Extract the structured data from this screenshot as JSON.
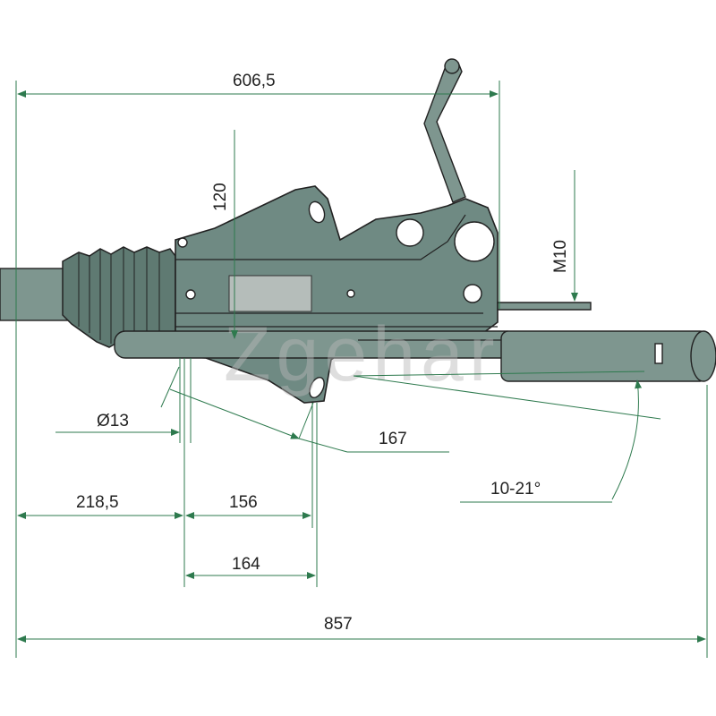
{
  "dimensions": {
    "top_length": "606,5",
    "height_120": "120",
    "thread_m10": "M10",
    "hole_diameter": "Ø13",
    "offset_167": "167",
    "angle": "10-21°",
    "left_218": "218,5",
    "mid_156": "156",
    "mid_164": "164",
    "overall_857": "857"
  },
  "watermark": "Zgehar",
  "colors": {
    "body": "#6f8a83",
    "dimension_lines": "#2e7a4e",
    "text": "#222222"
  }
}
